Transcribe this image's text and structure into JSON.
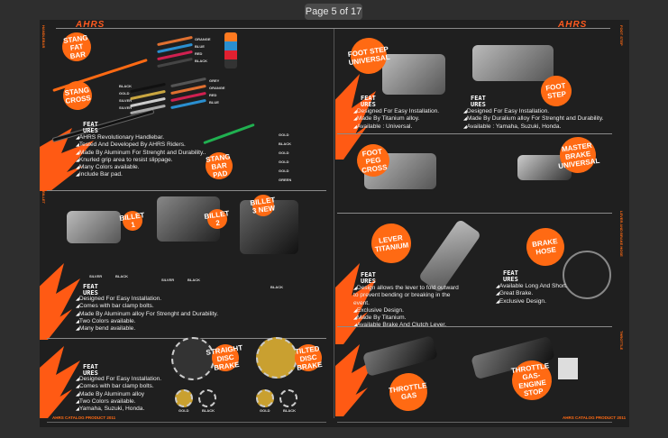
{
  "viewer": {
    "page_indicator": "Page 5 of 17"
  },
  "brand": "AHRS",
  "footer": "AHRS CATALOG PRODUCT 2011",
  "feat_label": "FEAT URES",
  "colors": {
    "accent": "#ff6a13",
    "page_bg": "#1f1f1f",
    "viewer_bg": "#2e2e2e"
  },
  "side_labels": [
    "HANDLEBAR",
    "FOOT STEP",
    "BILLET",
    "LEVER AND BRAKE HOSE",
    "THROTTLE"
  ],
  "handlebars": {
    "badges": [
      "STANG FAT BAR",
      "STANG CROSS",
      "STANG BAR PAD"
    ],
    "fat_colors": [
      "ORANGE",
      "BLUE",
      "RED",
      "BLACK"
    ],
    "cross_colors_left": [
      "BLACK",
      "GOLD",
      "SILVER",
      "SILVER"
    ],
    "cross_colors_right": [
      "GREY",
      "ORANGE",
      "RED",
      "BLUE"
    ],
    "pad_colors": [
      "GOLD",
      "BLACK",
      "GOLD",
      "GOLD",
      "GOLD",
      "GREEN"
    ],
    "features": [
      "AHRS Revolutionary Handlebar.",
      "Tested And Developed By AHRS Riders.",
      "Made By Aluminum For Strenght and Durability..",
      "Knurled grip area to resist slippage.",
      "Many Colors available.",
      "Include Bar pad."
    ]
  },
  "billet": {
    "badges": [
      "BILLET 1",
      "BILLET 2",
      "BILLET 3 NEW"
    ],
    "variants": [
      [
        "SILVER",
        "BLACK"
      ],
      [
        "SILVER",
        "BLACK"
      ],
      [
        "BLACK"
      ]
    ],
    "features": [
      "Designed For Easy Installation.",
      "Comes with bar clamp bolts.",
      "Made By Aluminum alloy For Strenght and Durability.",
      "Two Colors available.",
      "Many bend available."
    ]
  },
  "discs": {
    "badges": [
      "STRAIGHT DISC BRAKE",
      "TILTED DISC BRAKE"
    ],
    "variants": [
      [
        "GOLD",
        "BLACK"
      ],
      [
        "GOLD",
        "BLACK"
      ]
    ],
    "features": [
      "Designed For Easy Installation.",
      "Comes with bar clamp bolts.",
      "Made By Aluminum alloy",
      "Two Colors available.",
      "Yamaha, Suzuki, Honda."
    ]
  },
  "footstep_universal": {
    "badge": "FOOT STEP UNIVERSAL",
    "features": [
      "Designed For Easy Installation.",
      "Made By Titanium alloy.",
      "Available : Universal."
    ]
  },
  "footstep": {
    "badge": "FOOT STEP",
    "features": [
      "Designed For Easy Installation.",
      "Made By Duralium alloy For Strenght and Durability.",
      "Available : Yamaha, Suzuki, Honda."
    ]
  },
  "footpeg": {
    "badge": "FOOT PEG CROSS"
  },
  "master_brake": {
    "badge": "MASTER BRAKE UNIVERSAL"
  },
  "lever": {
    "badge": "LEVER TITANIUM",
    "features": [
      "Design allows the lever to fold outward to prevent bending or breaking in the event.",
      "Exclusive Design.",
      "Made By Titanium.",
      "Available Brake And Clutch Lever."
    ]
  },
  "brake_hose": {
    "badge": "BRAKE HOSE",
    "features": [
      "Available Long And Short.",
      "Great Brake.",
      "Exclusive Design."
    ]
  },
  "throttle": {
    "badges": [
      "THROTTLE GAS",
      "THROTTLE GAS-ENGINE STOP"
    ]
  }
}
